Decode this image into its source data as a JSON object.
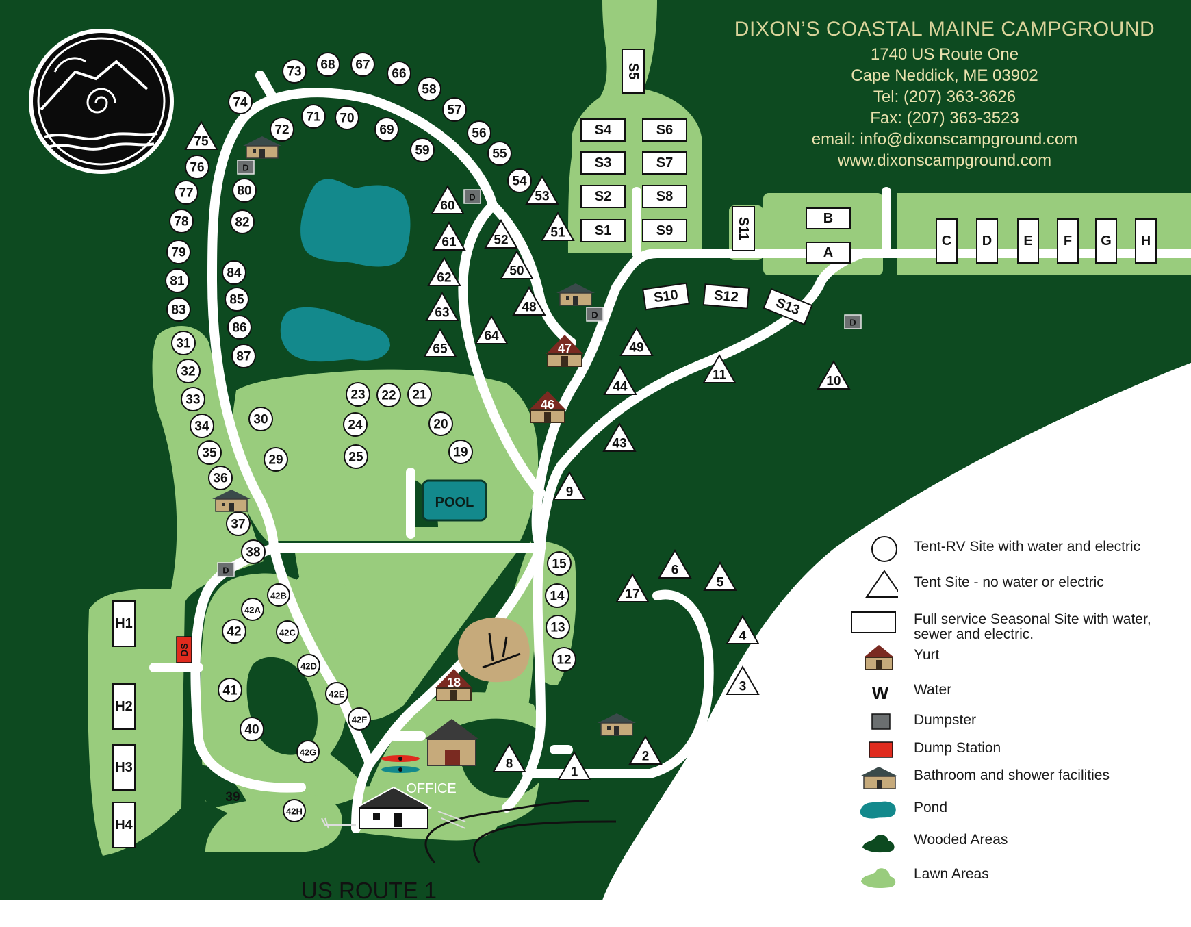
{
  "header": {
    "title": "DIXON’S COASTAL MAINE CAMPGROUND",
    "lines": [
      "1740 US Route One",
      "Cape Neddick, ME 03902",
      "Tel: (207) 363-3626",
      "Fax: (207) 363-3523",
      "email: info@dixonscampground.com",
      "www.dixonscampground.com"
    ]
  },
  "colors": {
    "wooded": "#0d4a20",
    "lawn": "#99cc7d",
    "road": "#ffffff",
    "pond": "#13898c",
    "yurt": "#7a2a21",
    "dumpster": "#6b6f70",
    "dump_station": "#e02b1e",
    "bathroom": "#c6aa7b"
  },
  "map": {
    "circle_sites": [
      "73",
      "68",
      "67",
      "66",
      "58",
      "57",
      "56",
      "55",
      "54",
      "74",
      "72",
      "71",
      "70",
      "69",
      "59",
      "76",
      "77",
      "78",
      "79",
      "81",
      "83",
      "80",
      "82",
      "84",
      "85",
      "86",
      "87",
      "31",
      "32",
      "33",
      "34",
      "35",
      "36",
      "37",
      "38",
      "30",
      "29",
      "23",
      "22",
      "21",
      "24",
      "25",
      "20",
      "19",
      "42",
      "41",
      "40",
      "15",
      "14",
      "13",
      "12"
    ],
    "small_circle_sites": [
      "42A",
      "42B",
      "42C",
      "42D",
      "42E",
      "42F",
      "42G",
      "42H"
    ],
    "triangle_sites": [
      "75",
      "60",
      "61",
      "62",
      "63",
      "65",
      "64",
      "53",
      "51",
      "52",
      "50",
      "48",
      "49",
      "44",
      "43",
      "11",
      "10",
      "9",
      "17",
      "6",
      "5",
      "4",
      "3",
      "2",
      "1",
      "8",
      "G"
    ],
    "seasonal_sites": [
      "S4",
      "S6",
      "S3",
      "S7",
      "S2",
      "S8",
      "S1",
      "S9",
      "S10",
      "S12",
      "S13",
      "B",
      "A",
      "C",
      "D",
      "E",
      "F",
      "G",
      "H",
      "H1",
      "H2",
      "H3",
      "H4"
    ],
    "vertical_sites": [
      "S5",
      "S11"
    ],
    "yurts": [
      "47",
      "46",
      "18"
    ],
    "dumpster_mark": "D",
    "dump_station_mark": "DS",
    "site_39": "39",
    "pool_label": "POOL",
    "office_label": "OFFICE",
    "route_label": "US ROUTE 1"
  },
  "legend": [
    {
      "icon": "circle-icon",
      "label": "Tent-RV Site with water and electric"
    },
    {
      "icon": "triangle-icon",
      "label": "Tent Site - no water or electric"
    },
    {
      "icon": "rectangle-icon",
      "label": "Full service Seasonal Site with water, sewer and electric."
    },
    {
      "icon": "yurt-icon",
      "label": "Yurt"
    },
    {
      "icon": "water-icon",
      "symbol": "W",
      "label": "Water"
    },
    {
      "icon": "dumpster-icon",
      "label": "Dumpster"
    },
    {
      "icon": "dump-station-icon",
      "label": "Dump Station"
    },
    {
      "icon": "bathroom-icon",
      "label": "Bathroom and shower facilities"
    },
    {
      "icon": "pond-icon",
      "label": "Pond"
    },
    {
      "icon": "wooded-area-icon",
      "label": "Wooded Areas"
    },
    {
      "icon": "lawn-area-icon",
      "label": "Lawn Areas"
    }
  ]
}
